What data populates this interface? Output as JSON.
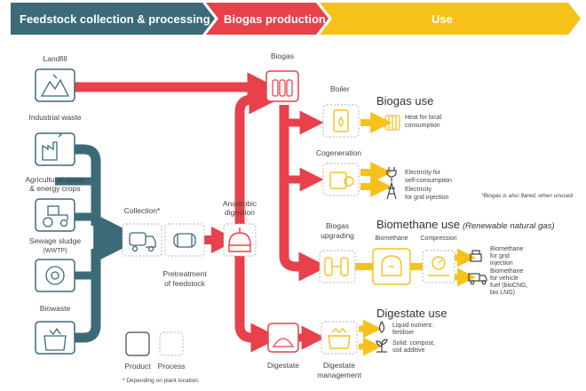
{
  "colors": {
    "feedstock": "#3c6a78",
    "production": "#e8414b",
    "use": "#f6c21a",
    "text": "#444444",
    "heading": "#333333"
  },
  "stages": {
    "feedstock": "Feedstock collection & processing",
    "production": "Biogas production",
    "use": "Use"
  },
  "feedstocks": {
    "landfill": "Landfill",
    "industrial": "Industrial waste",
    "agri_1": "Agricultural waste",
    "agri_2": "& energy crops",
    "sewage_1": "Sewage sludge",
    "sewage_2": "(WWTP)",
    "biowaste": "Biowaste"
  },
  "production": {
    "collection": "Collection*",
    "pretreat_1": "Pretreatment",
    "pretreat_2": "of feedstock",
    "anaerobic_1": "Anaerobic",
    "anaerobic_2": "digestion",
    "biogas": "Biogas",
    "digestate": "Digestate"
  },
  "uses": {
    "boiler": "Boiler",
    "biogas_use": "Biogas use",
    "heat_1": "Heat for local",
    "heat_2": "consumption",
    "cogeneration": "Cogeneration",
    "elec_self_1": "Electricity for",
    "elec_self_2": "self-consumption",
    "elec_grid_1": "Electricity",
    "elec_grid_2": "for grid injection",
    "flared_note": "*Biogas is also flared, when unused",
    "upgrading_1": "Biogas",
    "upgrading_2": "upgrading",
    "biomethane_use": "Biomethane use",
    "biomethane_use_sub": "(Renewable natural gas)",
    "biomethane": "Biomethane",
    "compression": "Compression",
    "bm_grid_1": "Biomethane",
    "bm_grid_2": "for grid",
    "bm_grid_3": "injection",
    "bm_vehicle_1": "Biomethane",
    "bm_vehicle_2": "for vehicle",
    "bm_vehicle_3": "fuel (bioCNG,",
    "bm_vehicle_4": "bio LNG)",
    "digestate_use": "Digestate use",
    "digestate_mgmt_1": "Digestate",
    "digestate_mgmt_2": "management",
    "liquid_1": "Liquid nutrient:",
    "liquid_2": "fertiliser",
    "solid_1": "Solid: compost,",
    "solid_2": "soil additive"
  },
  "legend": {
    "product": "Product",
    "process": "Process",
    "footnote": "* Depending on plant location."
  }
}
